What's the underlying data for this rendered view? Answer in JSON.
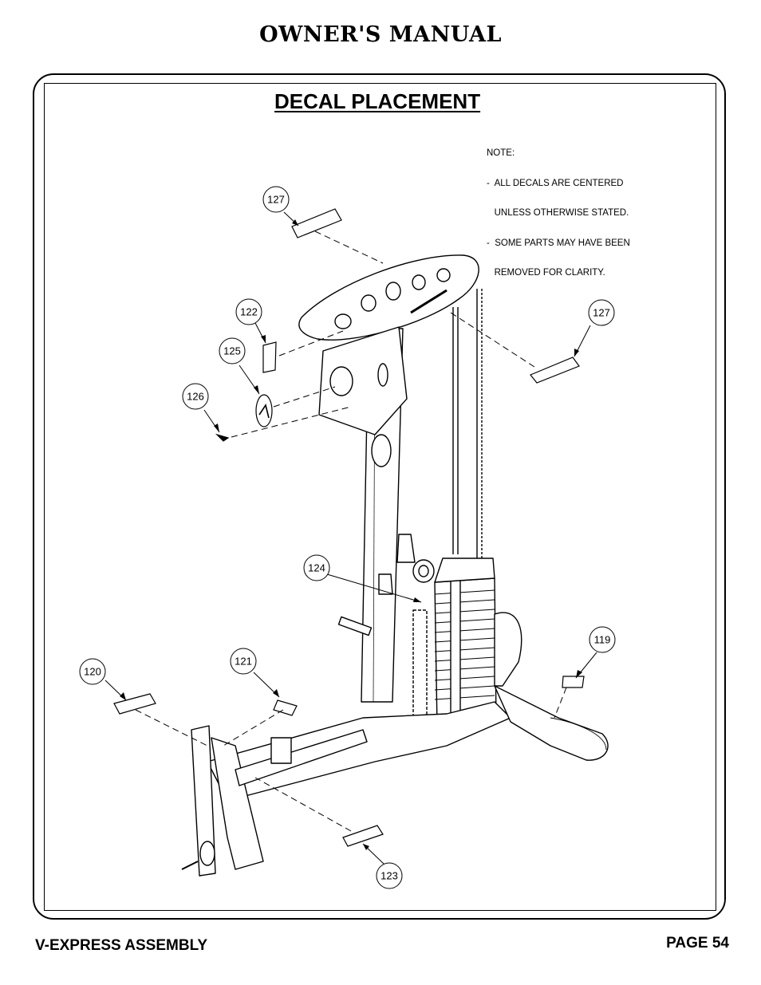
{
  "header": {
    "title": "OWNER'S MANUAL"
  },
  "section": {
    "title": "DECAL PLACEMENT"
  },
  "note": {
    "lines": [
      "NOTE:",
      "-  ALL DECALS ARE CENTERED",
      "   UNLESS OTHERWISE STATED.",
      "-  SOME PARTS MAY HAVE BEEN",
      "   REMOVED FOR CLARITY."
    ]
  },
  "callouts": [
    {
      "id": "127-top",
      "label": "127"
    },
    {
      "id": "122",
      "label": "122"
    },
    {
      "id": "125",
      "label": "125"
    },
    {
      "id": "126",
      "label": "126"
    },
    {
      "id": "127-right",
      "label": "127"
    },
    {
      "id": "124",
      "label": "124"
    },
    {
      "id": "120",
      "label": "120"
    },
    {
      "id": "121",
      "label": "121"
    },
    {
      "id": "119",
      "label": "119"
    },
    {
      "id": "123",
      "label": "123"
    }
  ],
  "footer": {
    "left": "V-EXPRESS ASSEMBLY",
    "right": "PAGE 54"
  }
}
